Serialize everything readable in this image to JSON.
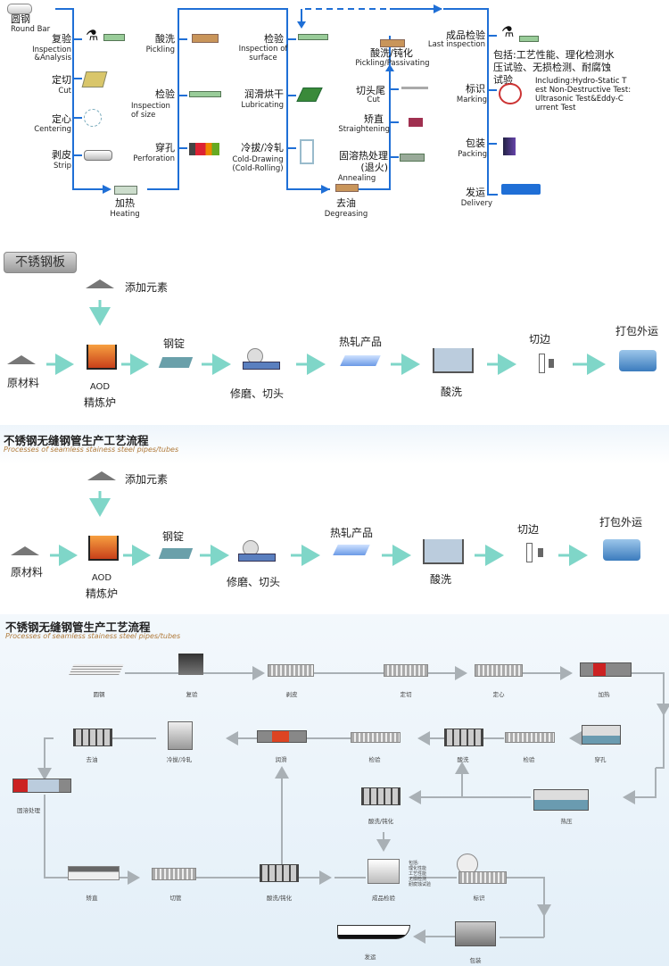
{
  "section1": {
    "col1": [
      {
        "cn": "圆钢",
        "en": "Round Bar",
        "icon": "round-bar-icon"
      },
      {
        "cn": "复验",
        "en": "Inspection &Analysis",
        "icon": "inspection-analysis-icon"
      },
      {
        "cn": "定切",
        "en": "Cut",
        "icon": "cut-icon"
      },
      {
        "cn": "定心",
        "en": "Centering",
        "icon": "centering-icon"
      },
      {
        "cn": "剥皮",
        "en": "Strip",
        "icon": "strip-icon"
      },
      {
        "cn": "加热",
        "en": "Heating",
        "icon": "heating-icon"
      }
    ],
    "col2": [
      {
        "cn": "酸洗",
        "en": "Pickling",
        "icon": "pickling-icon"
      },
      {
        "cn": "检验",
        "en": "Inspection of size",
        "icon": "inspection-size-icon"
      },
      {
        "cn": "穿孔",
        "en": "Perforation",
        "icon": "perforation-icon"
      }
    ],
    "col3": [
      {
        "cn": "检验",
        "en": "Inspection of surface",
        "icon": "inspection-surface-icon"
      },
      {
        "cn": "润滑烘干",
        "en": "Lubricating",
        "icon": "lubricating-icon"
      },
      {
        "cn": "冷拔/冷轧",
        "en": "Cold-Drawing (Cold-Rolling)",
        "icon": "cold-drawing-icon"
      },
      {
        "cn": "去油",
        "en": "Degreasing",
        "icon": "degreasing-icon"
      }
    ],
    "col4": [
      {
        "cn": "酸洗/钝化",
        "en": "Pickling/Passivating",
        "icon": "pickling-passivating-icon"
      },
      {
        "cn": "切头尾",
        "en": "Cut",
        "icon": "cut-ends-icon"
      },
      {
        "cn": "矫直",
        "en": "Straightening",
        "icon": "straightening-icon"
      },
      {
        "cn": "固溶热处理(退火)",
        "en": "Annealing",
        "icon": "annealing-icon"
      }
    ],
    "col5": [
      {
        "cn": "成品检验",
        "en": "Last inspection",
        "icon": "last-inspection-icon"
      },
      {
        "cn": "标识",
        "en": "Marking",
        "icon": "marking-icon"
      },
      {
        "cn": "包装",
        "en": "Packing",
        "icon": "packing-icon"
      },
      {
        "cn": "发运",
        "en": "Delivery",
        "icon": "delivery-truck-icon"
      }
    ],
    "note_cn": [
      "包括:工艺性能、理化检测水",
      "压试验、无损检测、耐腐蚀",
      "试验"
    ],
    "note_en": [
      "Including:Hydro-Static T",
      "est Non-Destructive Test:",
      "Ultrasonic Test&Eddy-C",
      "urrent Test"
    ],
    "accent_color": "#1f6fd6"
  },
  "section2": {
    "tag": "不锈钢板",
    "add_elements": "添加元素",
    "steps": [
      {
        "label": "原材料",
        "icon": "raw-material-icon"
      },
      {
        "label": "AOD",
        "label2": "精炼炉",
        "icon": "aod-furnace-icon"
      },
      {
        "label": "钢锭",
        "icon": "ingot-icon"
      },
      {
        "label": "修磨、切头",
        "icon": "grinding-icon"
      },
      {
        "label": "热轧产品",
        "icon": "hot-rolled-icon"
      },
      {
        "label": "酸洗",
        "icon": "pickling-tank-icon"
      },
      {
        "label": "切边",
        "icon": "edge-trim-icon"
      },
      {
        "label": "打包外运",
        "icon": "shipping-truck-icon"
      }
    ],
    "arrow_color": "#7fd6c8"
  },
  "section3": {
    "title_cn": "不锈钢无缝钢管生产工艺流程",
    "title_en": "Processes of seamless stainess steel pipes/tubes",
    "add_elements": "添加元素",
    "steps": [
      {
        "label": "原材料"
      },
      {
        "label": "AOD",
        "label2": "精炼炉"
      },
      {
        "label": "钢锭"
      },
      {
        "label": "修磨、切头"
      },
      {
        "label": "热轧产品"
      },
      {
        "label": "酸洗"
      },
      {
        "label": "切边"
      },
      {
        "label": "打包外运"
      }
    ]
  },
  "section4": {
    "title_cn": "不锈钢无缝钢管生产工艺流程",
    "title_en": "Processes of seamless stainess steel pipes/tubes",
    "row1": [
      "圆钢",
      "复验",
      "剥皮",
      "定切",
      "定心",
      "加热"
    ],
    "row2": [
      "去油",
      "冷拔/冷轧",
      "润滑",
      "检验",
      "酸洗",
      "检验",
      "穿孔"
    ],
    "row3": [
      "固溶处理",
      "酸洗/钝化",
      "热压"
    ],
    "row4": [
      "矫直",
      "切管",
      "酸洗/钝化",
      "成品检验",
      "标识"
    ],
    "row5": [
      "发运",
      "包装"
    ],
    "inspection_note": [
      "包括:",
      "理化性能",
      "工艺性能",
      "无损检测",
      "耐腐蚀试验"
    ]
  }
}
